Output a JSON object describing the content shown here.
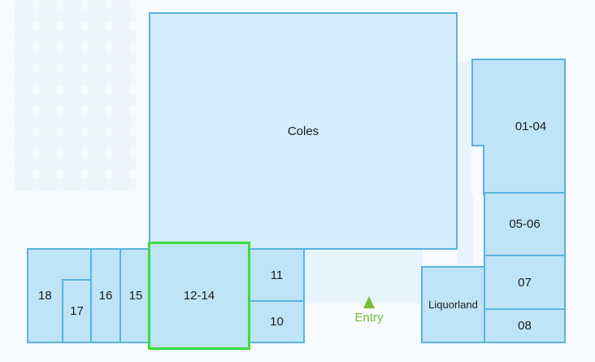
{
  "map": {
    "stores": {
      "coles": "Coles",
      "u01_04": "01-04",
      "u05_06": "05-06",
      "u07": "07",
      "u08": "08",
      "liquorland": "Liquorland",
      "u10": "10",
      "u11": "11",
      "u12_14": "12-14",
      "u15": "15",
      "u16": "16",
      "u17": "17",
      "u18": "18"
    },
    "selected_store": "12-14",
    "entry_label": "Entry",
    "colors": {
      "unit_fill": "#bfe4f7",
      "unit_border": "#5ab3df",
      "highlight_border": "#3ddc3d",
      "entry": "#79bd35"
    }
  }
}
